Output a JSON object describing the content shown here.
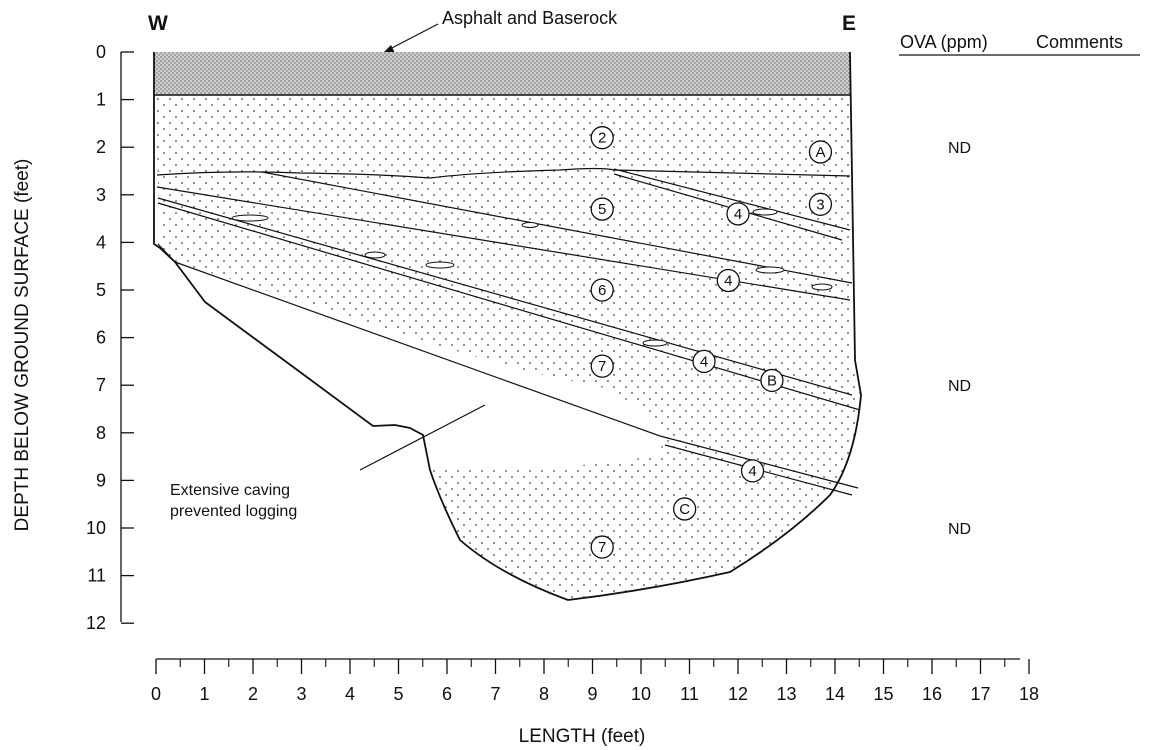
{
  "compass": {
    "west": "W",
    "east": "E"
  },
  "callouts": {
    "surface": "Asphalt and Baserock",
    "caving_line1": "Extensive caving",
    "caving_line2": "prevented logging"
  },
  "axes": {
    "y_title": "DEPTH BELOW GROUND SURFACE (feet)",
    "y_ticks": [
      "0",
      "1",
      "2",
      "3",
      "4",
      "5",
      "6",
      "7",
      "8",
      "9",
      "10",
      "11",
      "12"
    ],
    "x_title": "LENGTH (feet)",
    "x_ticks": [
      "0",
      "1",
      "2",
      "3",
      "4",
      "5",
      "6",
      "7",
      "8",
      "9",
      "10",
      "11",
      "12",
      "13",
      "14",
      "15",
      "16",
      "17",
      "18"
    ]
  },
  "headers": {
    "ova": "OVA (ppm)",
    "comments": "Comments"
  },
  "ova_readings": [
    {
      "depth_ft": 2.0,
      "value": "ND"
    },
    {
      "depth_ft": 7.0,
      "value": "ND"
    },
    {
      "depth_ft": 10.0,
      "value": "ND"
    }
  ],
  "unit_labels": [
    {
      "text": "2",
      "x_ft": 9.2,
      "depth_ft": 1.8
    },
    {
      "text": "A",
      "x_ft": 13.7,
      "depth_ft": 2.1
    },
    {
      "text": "5",
      "x_ft": 9.2,
      "depth_ft": 3.3
    },
    {
      "text": "3",
      "x_ft": 13.7,
      "depth_ft": 3.2
    },
    {
      "text": "4",
      "x_ft": 12.0,
      "depth_ft": 3.4
    },
    {
      "text": "6",
      "x_ft": 9.2,
      "depth_ft": 5.0
    },
    {
      "text": "4",
      "x_ft": 11.8,
      "depth_ft": 4.8
    },
    {
      "text": "7",
      "x_ft": 9.2,
      "depth_ft": 6.6
    },
    {
      "text": "4",
      "x_ft": 11.3,
      "depth_ft": 6.5
    },
    {
      "text": "B",
      "x_ft": 12.7,
      "depth_ft": 6.9
    },
    {
      "text": "4",
      "x_ft": 12.3,
      "depth_ft": 8.8
    },
    {
      "text": "C",
      "x_ft": 10.9,
      "depth_ft": 9.6
    },
    {
      "text": "7",
      "x_ft": 9.2,
      "depth_ft": 10.4
    }
  ]
}
